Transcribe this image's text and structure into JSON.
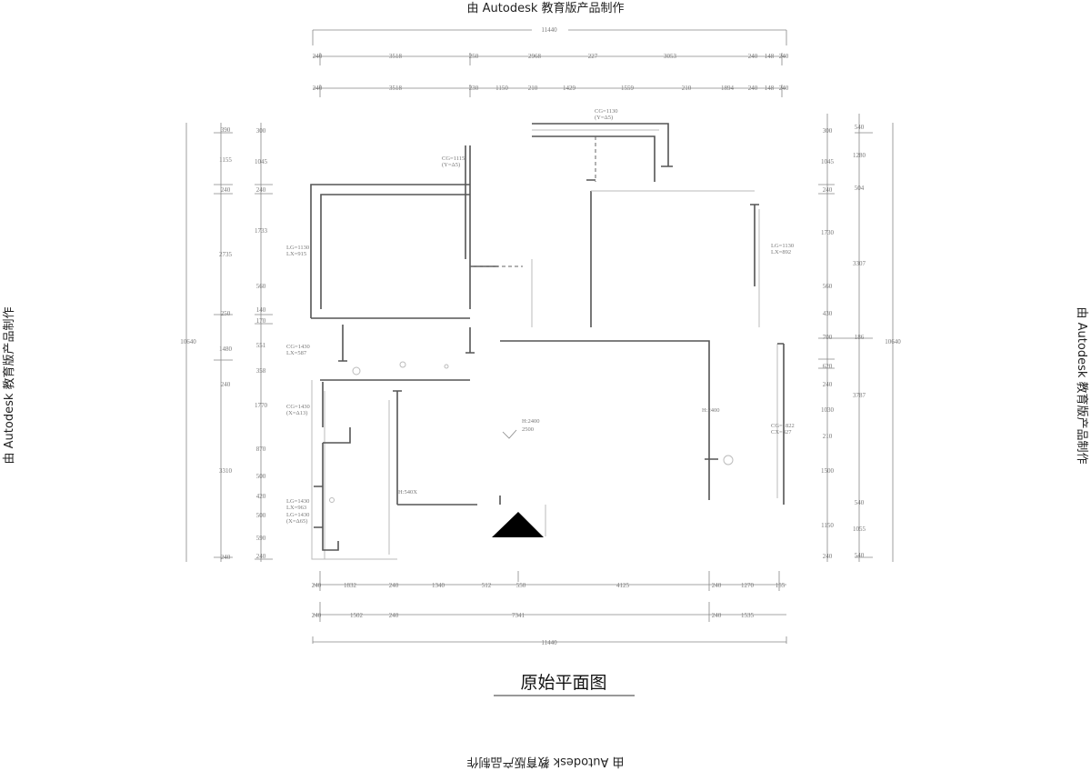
{
  "watermark": "由 Autodesk 教育版产品制作",
  "title": "原始平面图",
  "colors": {
    "wall": "#555555",
    "dimension": "#888888",
    "marker": "#000000"
  },
  "top_dims": {
    "total": "11440",
    "row1": [
      "240",
      "3518",
      "250",
      "2968",
      "227",
      "3053",
      "240",
      "148",
      "240"
    ],
    "row2": [
      "240",
      "3518",
      "230",
      "1150",
      "210",
      "1429",
      "1559",
      "210",
      "1894",
      "240",
      "148",
      "240"
    ]
  },
  "bottom_dims": {
    "total": "11440",
    "row1": [
      "240",
      "1832",
      "240",
      "1340",
      "512",
      "550",
      "4125",
      "240",
      "1270",
      "155"
    ],
    "row2": [
      "240",
      "1502",
      "240",
      "7341",
      "240",
      "1535"
    ]
  },
  "left_dims": {
    "total": "10640",
    "outer": [
      "390",
      "1155",
      "240",
      "2735",
      "250",
      "1480",
      "240",
      "3310",
      "240"
    ],
    "inner": [
      "300",
      "1045",
      "240",
      "1733",
      "560",
      "140",
      "170",
      "551",
      "358",
      "1770",
      "870",
      "500",
      "420",
      "500",
      "590",
      "240"
    ]
  },
  "right_dims": {
    "total": "10640",
    "inner": [
      "300",
      "1045",
      "240",
      "1730",
      "560",
      "430",
      "700",
      "620",
      "240",
      "1030",
      "210",
      "1500",
      "1150",
      "240"
    ],
    "outer": [
      "540",
      "1280",
      "504",
      "3307",
      "186",
      "3787",
      "540",
      "1055",
      "540"
    ]
  },
  "annotations": [
    {
      "l1": "CG=1115",
      "l2": "(Y=Δ5)"
    },
    {
      "l1": "CG=1130",
      "l2": "(Y=Δ5)"
    },
    {
      "l1": "LG=1130",
      "l2": "LX=915"
    },
    {
      "l1": "CG=1430",
      "l2": "LX=587"
    },
    {
      "l1": "CG=1430",
      "l2": "(X=Δ13)"
    },
    {
      "l1": "LG=1430",
      "l2": "LX=963"
    },
    {
      "l1": "LG=1430",
      "l2": "(X=Δ65)"
    },
    {
      "l1": "LG=1130",
      "l2": "LX=892"
    },
    {
      "l1": "CG=1822",
      "l2": "CX=827"
    },
    {
      "l1": "H:2400",
      "l2": "H:540X"
    },
    {
      "l1": "H:2400",
      "l2": "2500"
    }
  ]
}
